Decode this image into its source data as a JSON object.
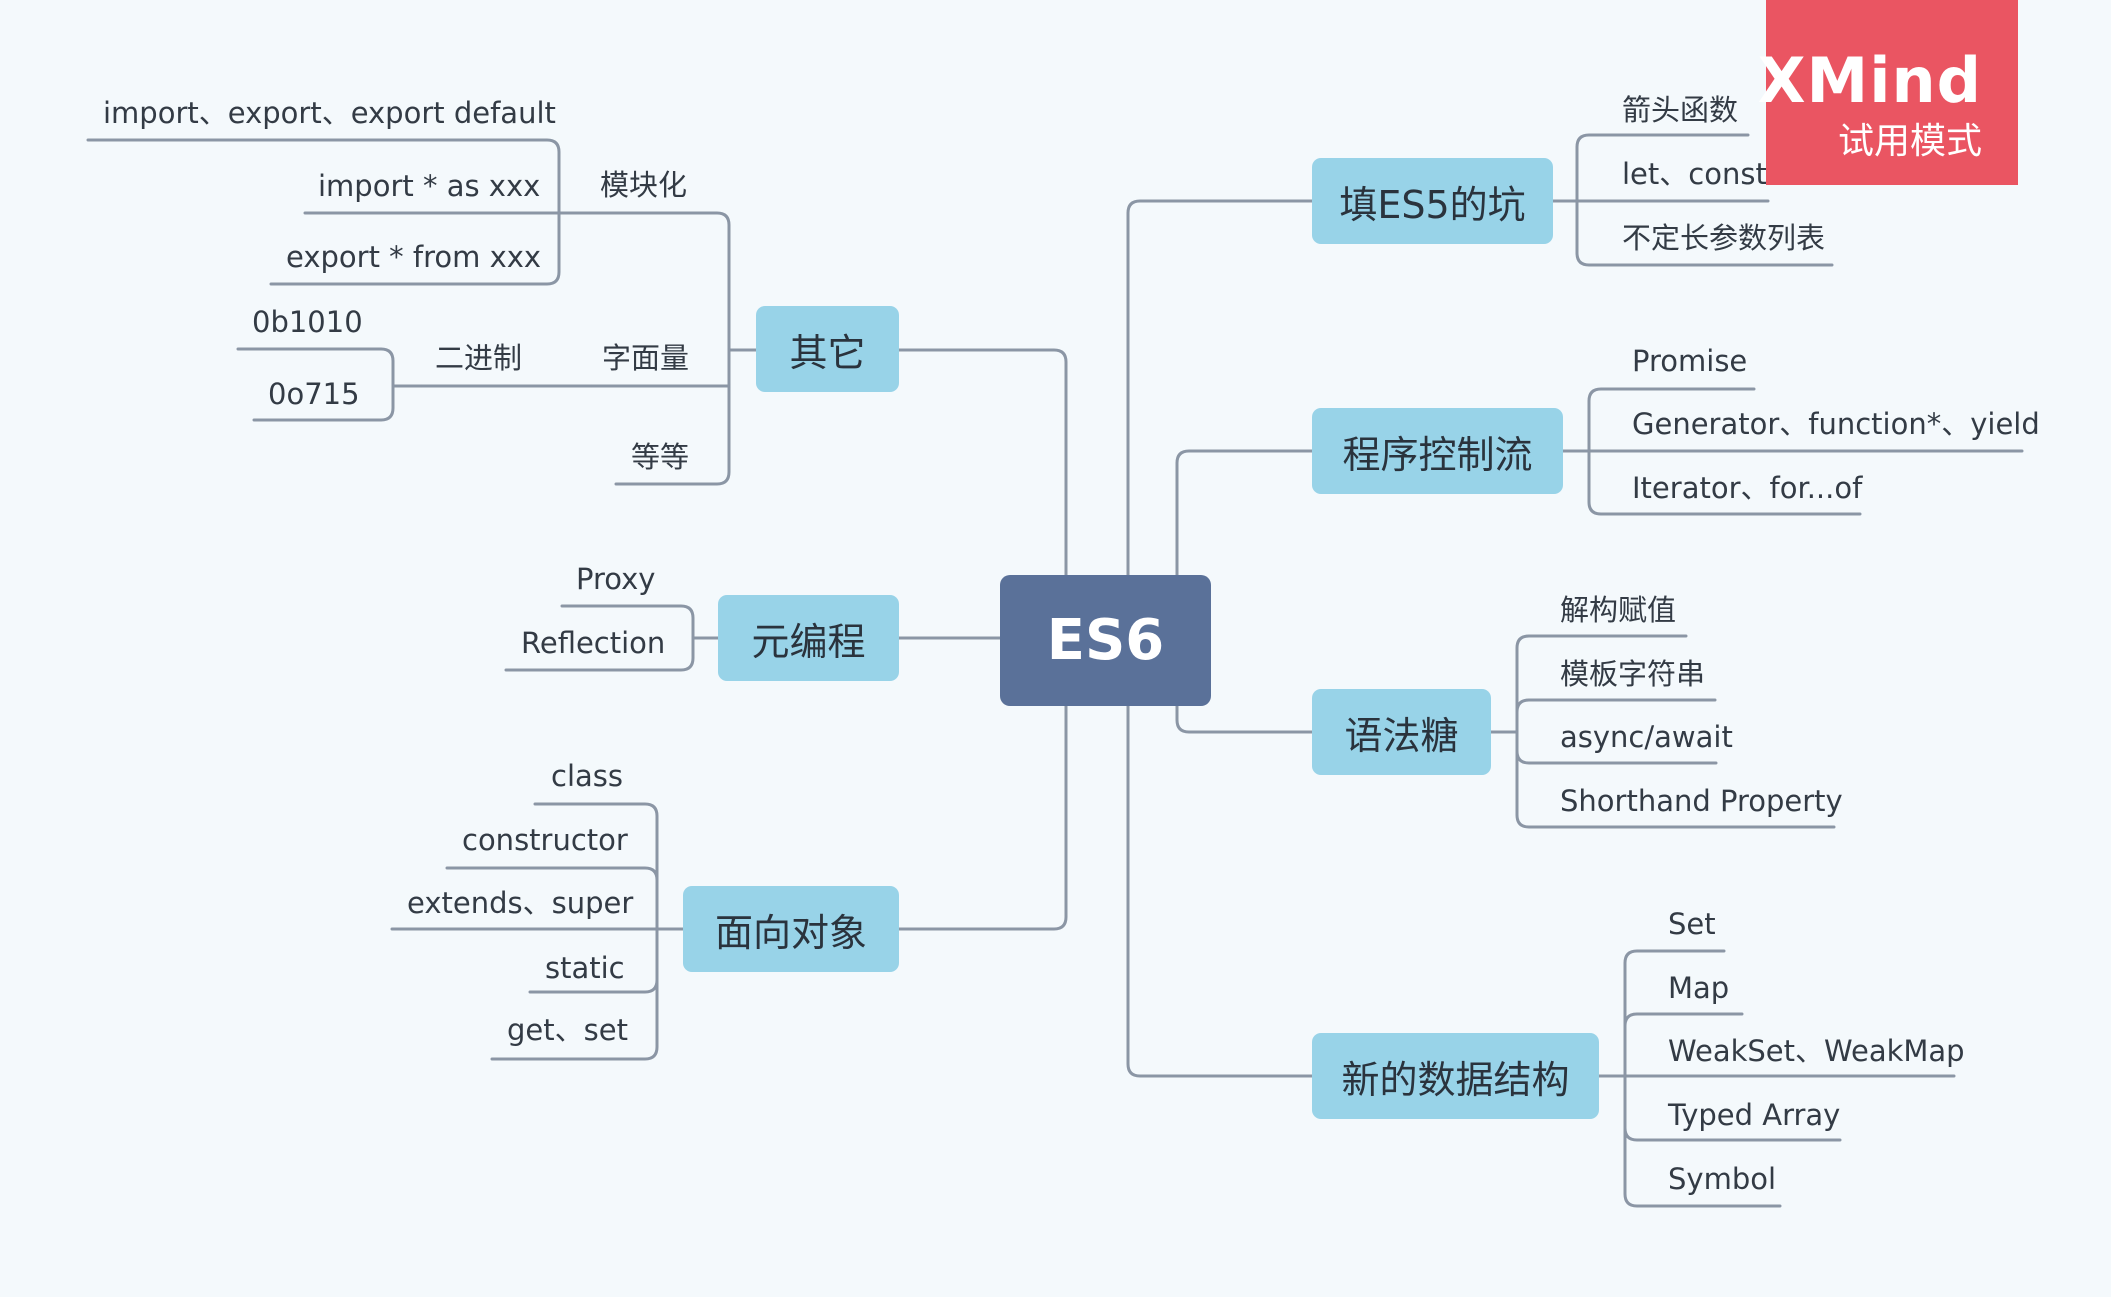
{
  "root": "ES6",
  "left": [
    {
      "topic": "其它",
      "children": [
        {
          "label": "模块化",
          "children": [
            "import、export、export default",
            "import * as xxx",
            "export * from xxx"
          ]
        },
        {
          "label": "字面量",
          "children": [
            {
              "label": "二进制",
              "children": [
                "0b1010",
                "0o715"
              ]
            }
          ]
        },
        {
          "label": "等等",
          "children": []
        }
      ]
    },
    {
      "topic": "元编程",
      "children": [
        "Proxy",
        "Reflection"
      ]
    },
    {
      "topic": "面向对象",
      "children": [
        "class",
        "constructor",
        "extends、super",
        "static",
        "get、set"
      ]
    }
  ],
  "right": [
    {
      "topic": "填ES5的坑",
      "children": [
        "箭头函数",
        "let、const",
        "不定长参数列表"
      ]
    },
    {
      "topic": "程序控制流",
      "children": [
        "Promise",
        "Generator、function*、yield",
        "Iterator、for...of"
      ]
    },
    {
      "topic": "语法糖",
      "children": [
        "解构赋值",
        "模板字符串",
        "async/await",
        "Shorthand Property"
      ]
    },
    {
      "topic": "新的数据结构",
      "children": [
        "Set",
        "Map",
        "WeakSet、WeakMap",
        "Typed Array",
        "Symbol"
      ]
    }
  ],
  "watermark": {
    "brand": "XMind",
    "mode": "试用模式",
    "color": "#ea5562"
  },
  "colors": {
    "background": "#f4f9fc",
    "root": "#5a7199",
    "topic": "#98d3e8",
    "line": "#8b96a5"
  }
}
